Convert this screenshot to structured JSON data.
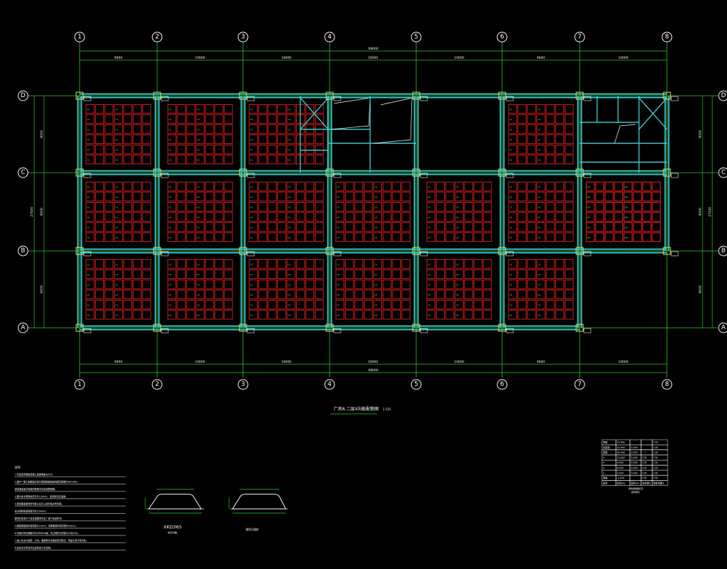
{
  "drawing": {
    "grid_columns": [
      "1",
      "2",
      "3",
      "4",
      "5",
      "6",
      "7",
      "8"
    ],
    "grid_rows": [
      "D",
      "C",
      "B",
      "A"
    ],
    "top_dims": [
      "9000",
      "10000",
      "10000",
      "10000",
      "10000",
      "9000",
      "10000"
    ],
    "top_total": "68000",
    "bottom_dims": [
      "9000",
      "10000",
      "10000",
      "10000",
      "10000",
      "9000",
      "10000"
    ],
    "bottom_total": "68000",
    "left_dims": [
      "9000",
      "9000",
      "9000"
    ],
    "left_total": "27000",
    "right_dims": [
      "9000",
      "9000",
      "9000"
    ],
    "right_total": "27000",
    "plan_title": "厂房A 二层X向板配筋图",
    "plan_scale": "1:125",
    "section1_label": "XKD365",
    "section1_sub": "(模壳详图)",
    "section2_label": "模壳详图II",
    "notes_title": "说明",
    "notes": [
      "1.本层结构楼板混凝土强度等级为C35。",
      "2.图中\"\"表示该楼板区域为密肋楼盖板结构模壳规格为XKD365。",
      "  密肋楼盖板中肋梁的配筋详见肋梁配筋图。",
      "3.图中未注明的板厚均为120mm，板面标高见建施。",
      "4.密肋楼盖模壳的布置从柱中心线开始对称布置，",
      "  未注明的肋梁宽度均为150mm。",
      "  模壳的具体尺寸及安装要求详见厂家产品说明书。",
      "5.楼板钢筋保护层厚度为15mm，梁钢筋保护层厚度为25mm。",
      "6.本图中所示钢筋均为HRB400级，未注明的分布筋为C8@200。",
      "7.施工时应与建筑、水电、暖通等专业图纸密切配合，预留孔洞不得后凿。",
      "8.其余未尽事宜详见结构设计总说明。"
    ],
    "table_rows": [
      [
        "屋面",
        "23.900",
        "",
        "",
        "C30"
      ],
      [
        "机房层",
        "20.400",
        "3.500",
        "",
        "C30"
      ],
      [
        "屋面",
        "16.900",
        "3.500",
        "C30",
        "C30"
      ],
      [
        "5",
        "13.400",
        "3.500",
        "C30",
        "C30"
      ],
      [
        "4",
        "9.900",
        "3.500",
        "C30",
        "C30"
      ],
      [
        "3",
        "6.400",
        "3.500",
        "C30",
        "C30"
      ],
      [
        "2",
        "3.400",
        "3.000",
        "C35",
        "C30"
      ],
      [
        "基础",
        "-0.100",
        "",
        "C35",
        "C30"
      ],
      [
        "层号",
        "标高(m)",
        "层高(m)",
        "柱混凝土",
        "梁板混凝土"
      ]
    ],
    "table_caption": "结构层楼面标高",
    "table_sub": "结构层高",
    "slab_tag": "C8"
  }
}
